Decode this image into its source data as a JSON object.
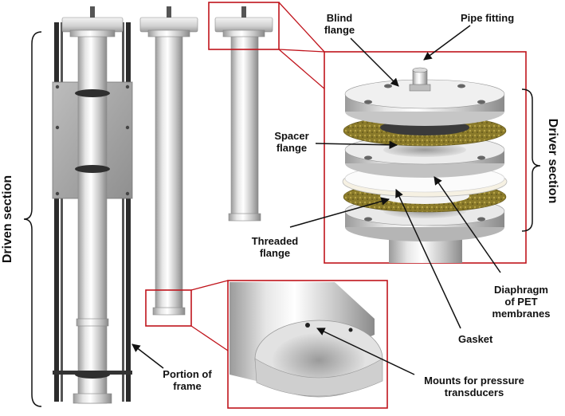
{
  "labels": {
    "blind_flange": "Blind\nflange",
    "pipe_fitting": "Pipe fitting",
    "spacer_flange": "Spacer\nflange",
    "threaded_flange": "Threaded\nflange",
    "driver_section": "Driver section",
    "driven_section": "Driven section",
    "diaphragm": "Diaphragm\nof PET\nmembranes",
    "gasket": "Gasket",
    "portion_of_frame": "Portion of\nframe",
    "mounts": "Mounts for pressure\ntransducers"
  },
  "colors": {
    "callout_border": "#c0141c",
    "metal_light": "#f2f2f2",
    "metal_mid": "#c9c9c9",
    "metal_dark": "#8e8e8e",
    "frame_rail": "#2b2b2b",
    "gasket": "#8a7a2a",
    "arrow": "#111111"
  }
}
